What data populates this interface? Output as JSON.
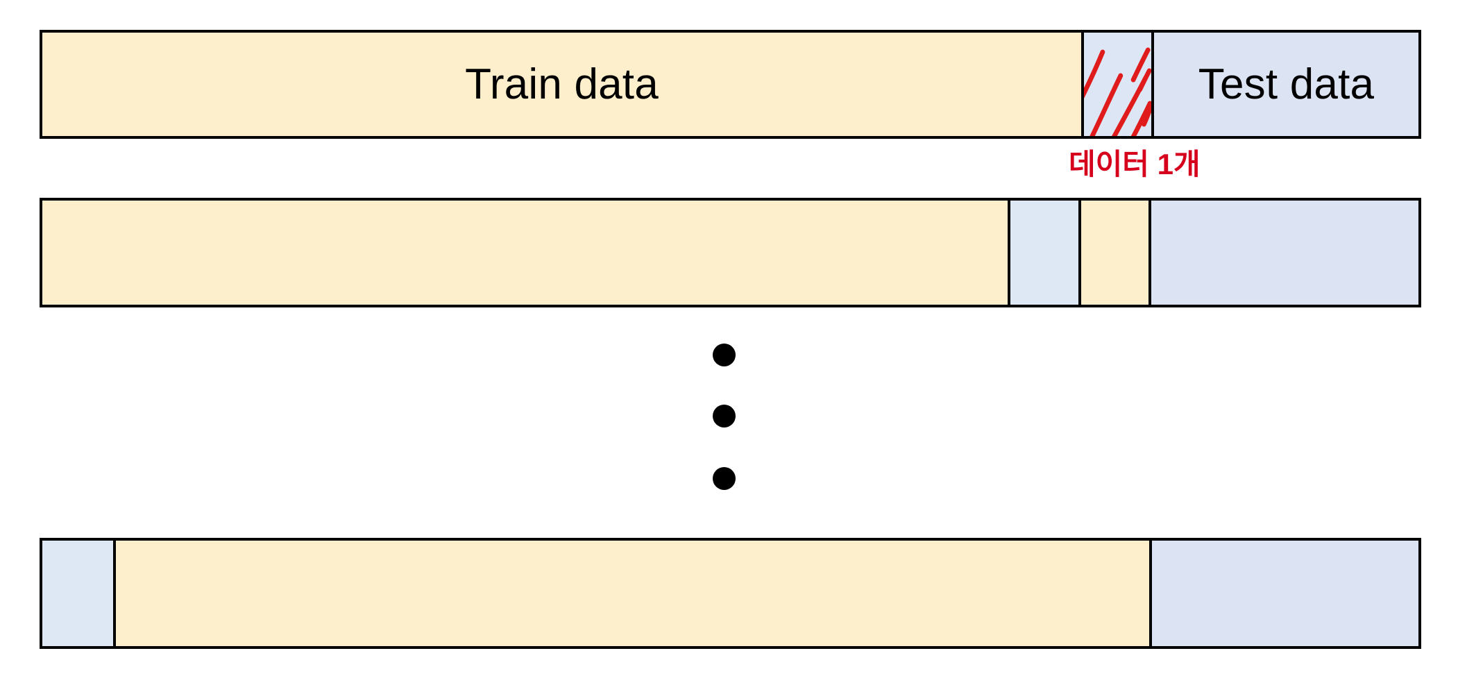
{
  "figure": {
    "title": "K-fold / leave-one-out cross validation split diagram",
    "colors": {
      "train_fill": "#fdefcb",
      "test_fill": "#dce3f2",
      "validation_fill": "#dee8f5",
      "hatch_fill": "#dde6f4",
      "hatch_stroke": "#e01b1b",
      "border": "#000000",
      "annotation_text": "#d6001c"
    }
  },
  "rows": [
    {
      "id": "row-1",
      "name": "first-fold-row",
      "segments": [
        {
          "kind": "train",
          "label": "Train data"
        },
        {
          "kind": "hatch",
          "label": ""
        },
        {
          "kind": "test",
          "label": "Test data"
        }
      ]
    },
    {
      "id": "row-2",
      "name": "second-fold-row",
      "segments": [
        {
          "kind": "train",
          "label": ""
        },
        {
          "kind": "validation",
          "label": ""
        },
        {
          "kind": "train",
          "label": ""
        },
        {
          "kind": "test",
          "label": ""
        }
      ]
    },
    {
      "id": "row-n",
      "name": "last-fold-row",
      "segments": [
        {
          "kind": "validation",
          "label": ""
        },
        {
          "kind": "train",
          "label": ""
        },
        {
          "kind": "test",
          "label": ""
        }
      ]
    }
  ],
  "labels": {
    "train_data": "Train data",
    "test_data": "Test data"
  },
  "annotation": {
    "text": "데이터 1개",
    "color": "#d6001c"
  },
  "ellipsis": {
    "dot_count": 3,
    "symbol": "●"
  }
}
